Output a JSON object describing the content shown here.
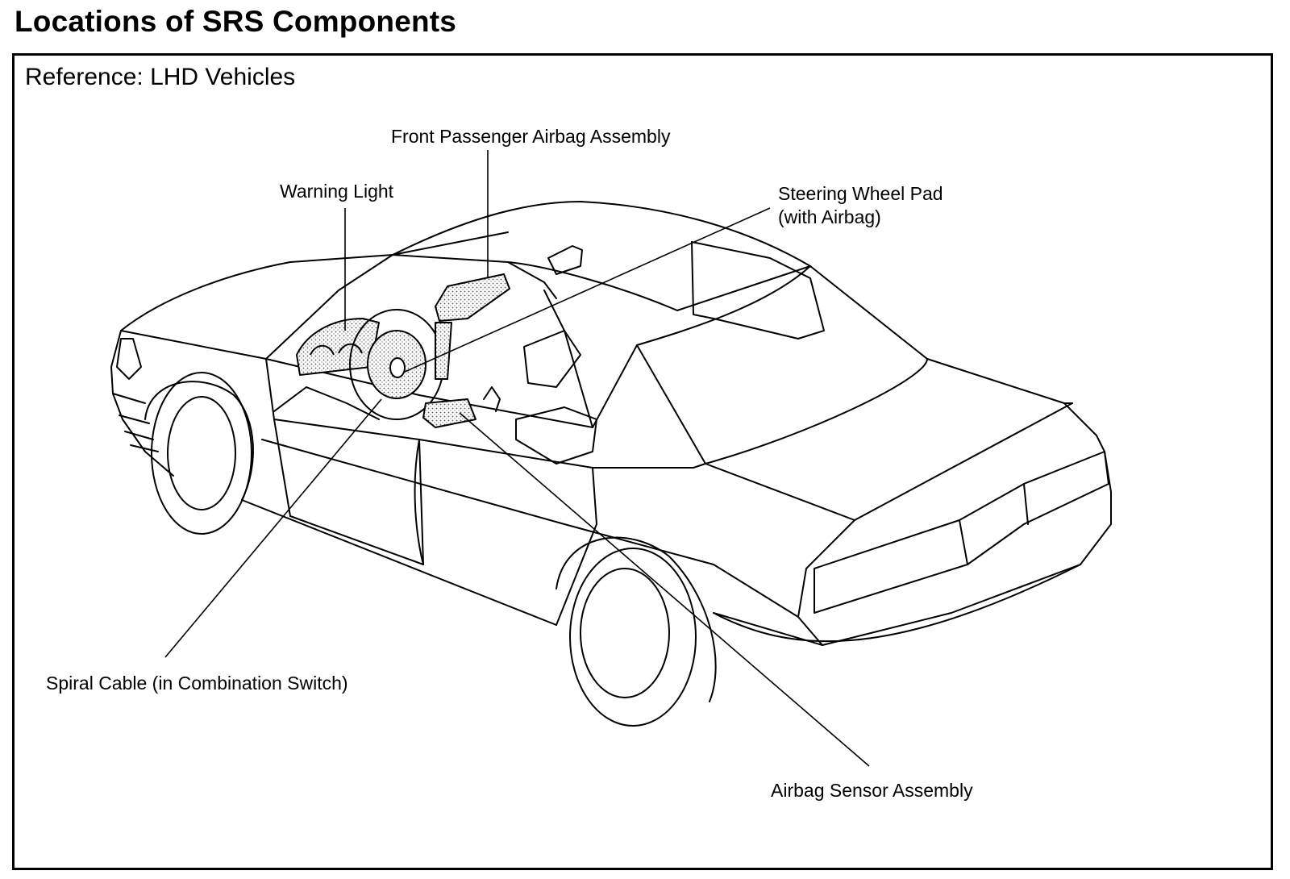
{
  "title": "Locations of SRS Components",
  "reference": "Reference: LHD Vehicles",
  "labels": {
    "front_passenger_airbag": "Front Passenger Airbag Assembly",
    "warning_light": "Warning Light",
    "steering_wheel_pad_line1": "Steering Wheel Pad",
    "steering_wheel_pad_line2": "(with Airbag)",
    "spiral_cable": "Spiral Cable (in Combination Switch)",
    "airbag_sensor": "Airbag Sensor Assembly"
  }
}
